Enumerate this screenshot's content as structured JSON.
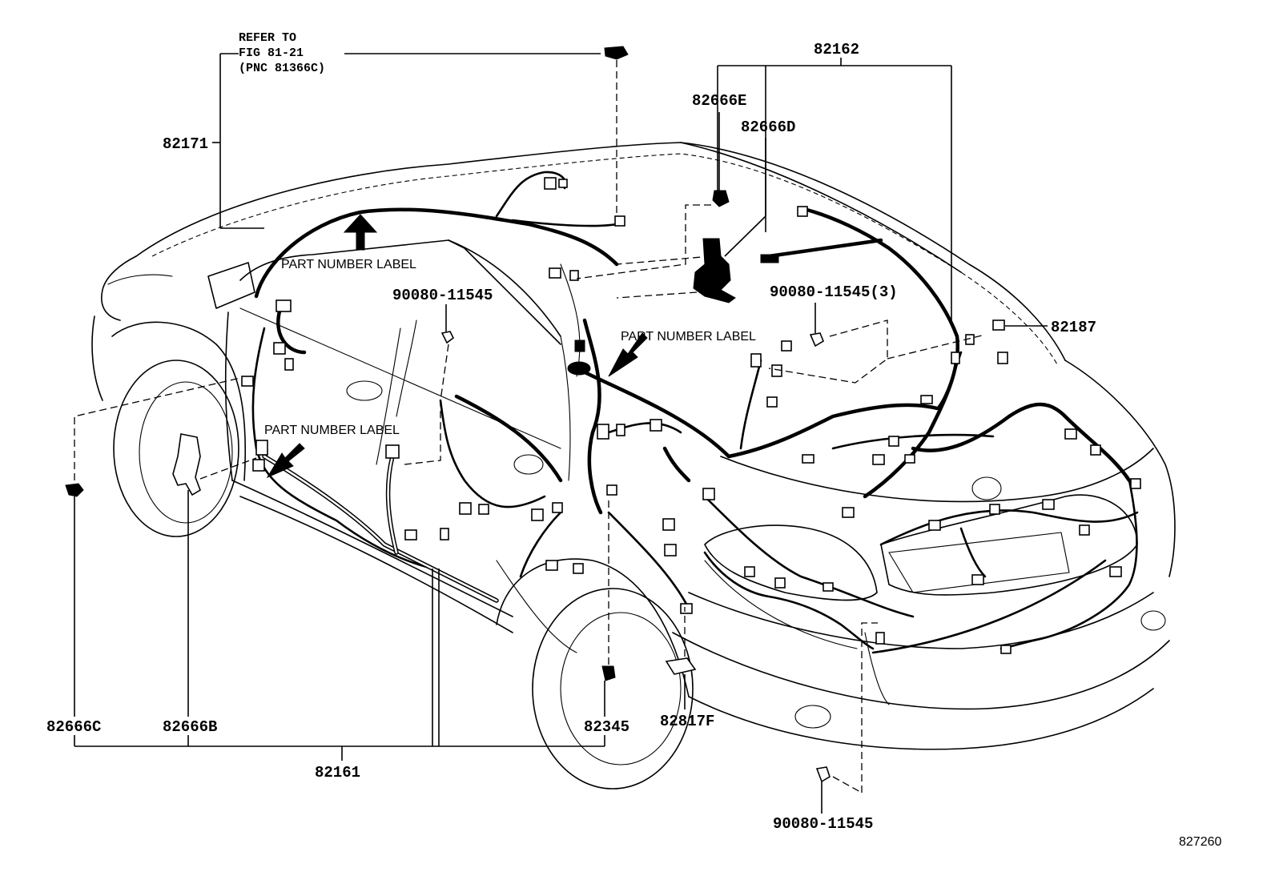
{
  "figure_id": "827260",
  "reference_note": {
    "line1": "REFER TO",
    "line2": "FIG 81-21",
    "line3": "(PNC 81366C)"
  },
  "labels": {
    "part_number_label": "PART NUMBER LABEL"
  },
  "callouts": {
    "p82162": "82162",
    "p82666E": "82666E",
    "p82666D": "82666D",
    "p82171": "82171",
    "p90080_top": "90080-11545",
    "p90080_three": "90080-11545(3)",
    "p82187": "82187",
    "p82666C": "82666C",
    "p82666B": "82666B",
    "p82345": "82345",
    "p82817F": "82817F",
    "p82161": "82161",
    "p90080_bottom": "90080-11545"
  }
}
